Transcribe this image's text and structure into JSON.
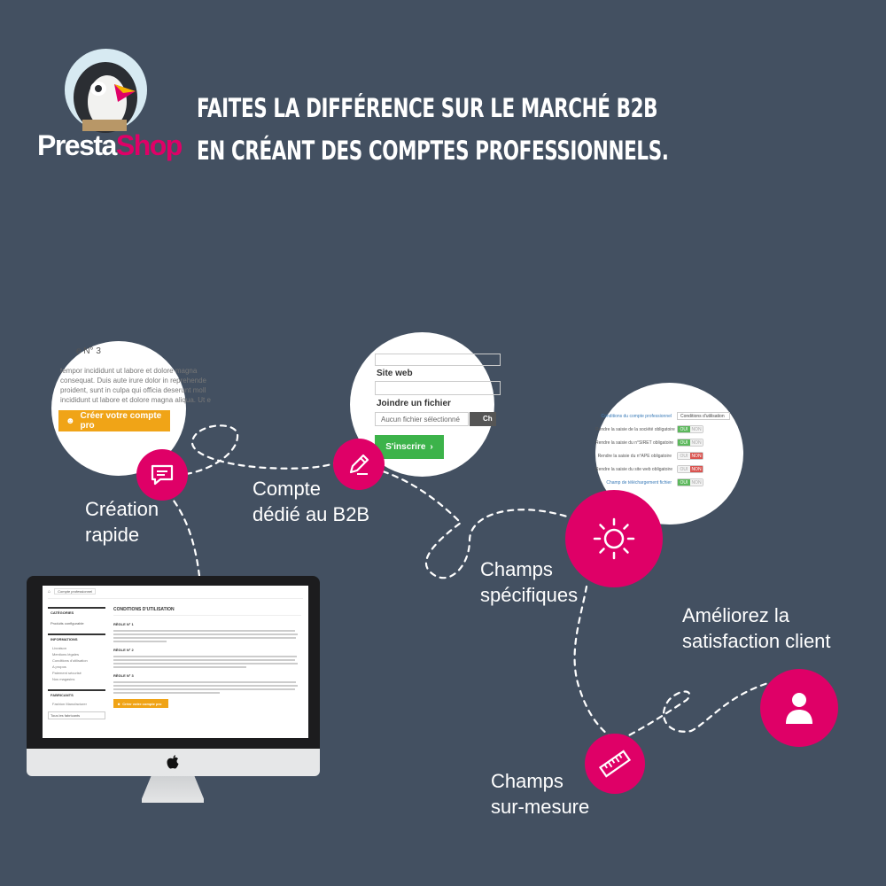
{
  "header": {
    "line1": "Faites la différence sur le marché B2B",
    "line2": "en créant des comptes professionnels."
  },
  "brand": {
    "part1": "Presta",
    "part2": "Shop"
  },
  "colors": {
    "background": "#435061",
    "accent": "#df0067",
    "orange": "#f0a417",
    "green": "#3cb34a"
  },
  "features": {
    "creation": {
      "line1": "Création",
      "line2": "rapide",
      "icon": "chat-icon"
    },
    "compte": {
      "line1": "Compte",
      "line2": "dédié au B2B",
      "icon": "pencil-icon"
    },
    "champs": {
      "line1": "Champs",
      "line2": "spécifiques",
      "icon": "sun-icon"
    },
    "mesure": {
      "line1": "Champs",
      "line2": "sur-mesure",
      "icon": "ruler-icon"
    },
    "satisfaction": {
      "line1": "Améliorez la",
      "line2": "satisfaction client",
      "icon": "user-icon"
    }
  },
  "bubble1": {
    "heading": "e N° 3",
    "text": [
      "tempor incididunt ut labore et dolore magna",
      "consequat. Duis aute irure dolor in reprehende",
      "proident, sunt in culpa qui officia deserunt moll",
      "incididunt ut labore et dolore magna aliqua. Ut e"
    ],
    "button": "Créer votre compte pro"
  },
  "bubble2": {
    "site_web": "Site web",
    "joindre": "Joindre un fichier",
    "file_placeholder": "Aucun fichier sélectionné",
    "file_button": "Ch",
    "submit": "S'inscrire"
  },
  "bubble3": {
    "rows": [
      {
        "label": "Conditions du compte professionnel",
        "field": "Conditions d'utilisation",
        "type": "select"
      },
      {
        "label": "Rendre la saisie de la société obligatoire",
        "yes": "OUI",
        "no": "NON",
        "state": "yes"
      },
      {
        "label": "Rendre la saisie du n°SIRET obligatoire",
        "yes": "OUI",
        "no": "NON",
        "state": "yes"
      },
      {
        "label": "Rendre la saisie du n°APE obligatoire",
        "yes": "OUI",
        "no": "NON",
        "state": "no"
      },
      {
        "label": "Rendre la saisie du site web obligatoire",
        "yes": "OUI",
        "no": "NON",
        "state": "no"
      },
      {
        "label": "Champ de téléchargement fichier",
        "yes": "OUI",
        "no": "NON",
        "state": "yes"
      }
    ]
  },
  "monitor": {
    "breadcrumb": "Compte professionnel",
    "sidebar": {
      "categories": "CATÉGORIES",
      "category_item": "Produits configurable",
      "informations": "INFORMATIONS",
      "info_items": [
        "Livraison",
        "Mentions légales",
        "Conditions d'utilisation",
        "A propos",
        "Paiement sécurisé",
        "Nos magasins"
      ],
      "fabricants": "FABRICANTS",
      "fabricant_item": "Fashion Manufacturer",
      "select": "Tous les fabricants"
    },
    "main": {
      "title": "CONDITIONS D'UTILISATION",
      "rule1": "RÈGLE N° 1",
      "rule2": "RÈGLE N° 2",
      "rule3": "RÈGLE N° 3",
      "button": "Créer votre compte pro"
    }
  }
}
